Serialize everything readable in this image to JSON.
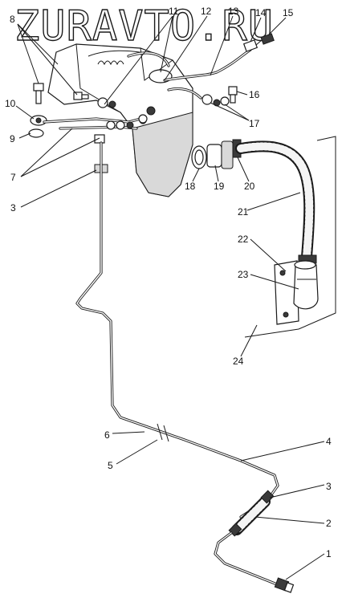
{
  "watermark": "ZURAVTO.RU",
  "callouts": [
    {
      "id": "1",
      "text": "1"
    },
    {
      "id": "2",
      "text": "2"
    },
    {
      "id": "3a",
      "text": "3"
    },
    {
      "id": "3b",
      "text": "3"
    },
    {
      "id": "4",
      "text": "4"
    },
    {
      "id": "5",
      "text": "5"
    },
    {
      "id": "6",
      "text": "6"
    },
    {
      "id": "7",
      "text": "7"
    },
    {
      "id": "8",
      "text": "8"
    },
    {
      "id": "9",
      "text": "9"
    },
    {
      "id": "10",
      "text": "10"
    },
    {
      "id": "11",
      "text": "11"
    },
    {
      "id": "12",
      "text": "12"
    },
    {
      "id": "13",
      "text": "13"
    },
    {
      "id": "14",
      "text": "14"
    },
    {
      "id": "15",
      "text": "15"
    },
    {
      "id": "16",
      "text": "16"
    },
    {
      "id": "17",
      "text": "17"
    },
    {
      "id": "18",
      "text": "18"
    },
    {
      "id": "19",
      "text": "19"
    },
    {
      "id": "20",
      "text": "20"
    },
    {
      "id": "21",
      "text": "21"
    },
    {
      "id": "22",
      "text": "22"
    },
    {
      "id": "23",
      "text": "23"
    },
    {
      "id": "24",
      "text": "24"
    }
  ]
}
